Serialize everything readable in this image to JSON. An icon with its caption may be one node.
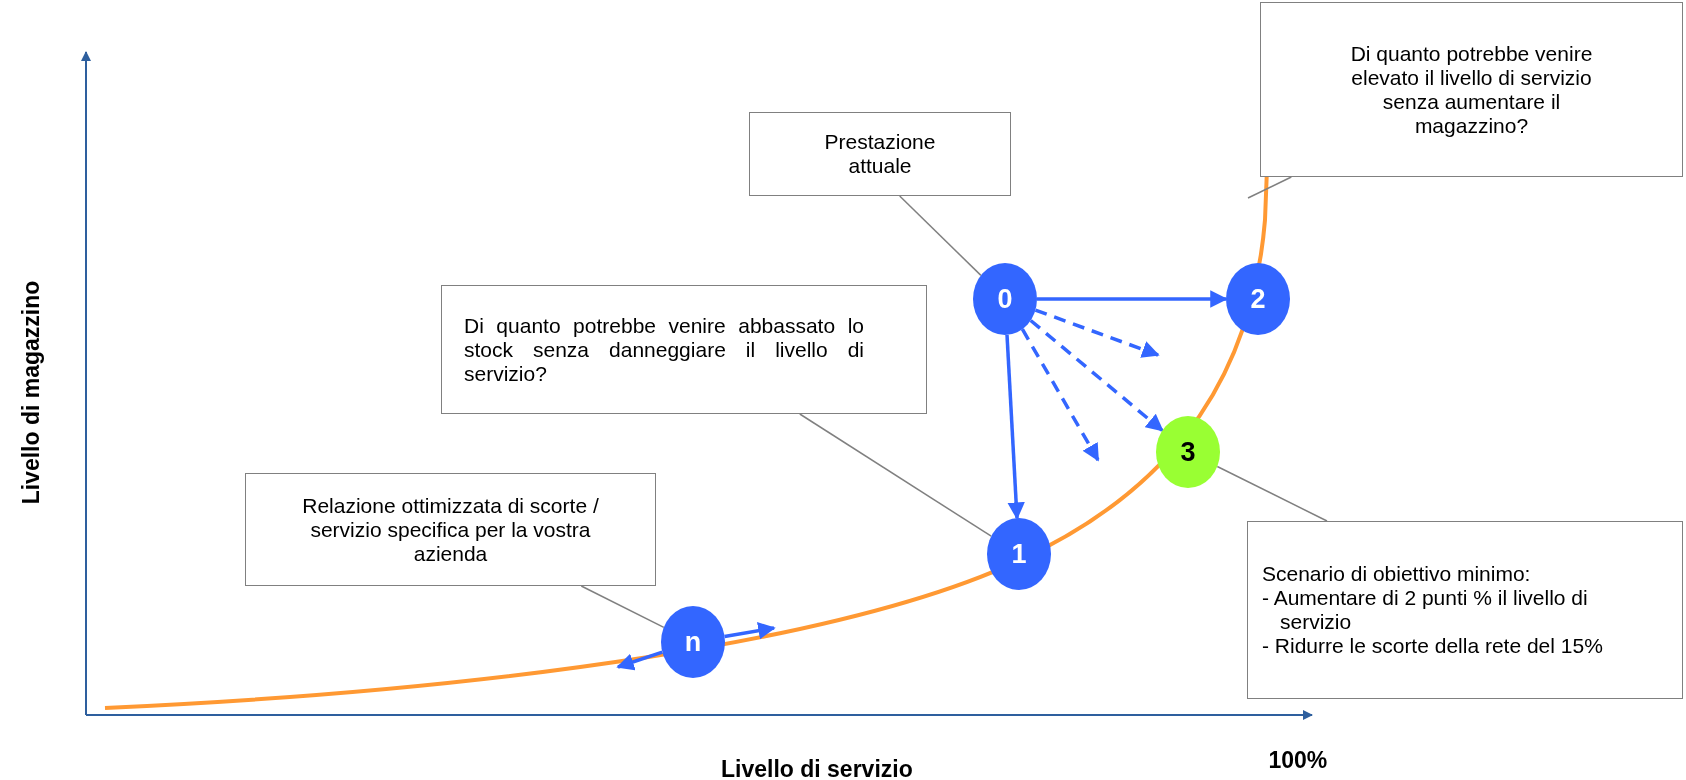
{
  "diagram": {
    "nodes": [
      {
        "text": [
          "Prestazione attuale"
        ]
      },
      {
        "text": [
          "Di quanto potrebbe venire elevato il livello di servizio senza aumentare il magazzino?"
        ]
      },
      {
        "text": [
          "0"
        ]
      },
      {
        "text": [
          "2"
        ]
      },
      {
        "text": [
          "Di quanto potrebbe venire abbassato lo stock senza danneggiare il livello di servizio?"
        ]
      },
      {
        "text": [
          "3"
        ]
      },
      {
        "text": [
          "Relazione ottimizzata di scorte / servizio specifica per la vostra azienda"
        ]
      },
      {
        "text": [
          "1"
        ]
      },
      {
        "text": [
          "Scenario di obiettivo minimo:",
          "- Aumentare di 2 punti % il livello di servizio",
          "- Ridurre le scorte della rete del 15%"
        ]
      },
      {
        "text": [
          "n"
        ]
      }
    ],
    "edges": [
      {
        "from": 0,
        "to": 2,
        "arrow": "none",
        "color": "#808080"
      },
      {
        "from": 1,
        "to": null,
        "arrow": "none",
        "color": "#808080"
      },
      {
        "from": 2,
        "to": 3,
        "arrow": "to"
      },
      {
        "from": 2,
        "to": 7,
        "arrow": "to"
      },
      {
        "from": 2,
        "to": null,
        "arrow": "to",
        "style": "dashed"
      },
      {
        "from": 2,
        "to": 5,
        "arrow": "to",
        "style": "dashed"
      },
      {
        "from": 2,
        "to": null,
        "arrow": "to",
        "style": "dashed"
      },
      {
        "from": 4,
        "to": 7,
        "arrow": "none",
        "color": "#808080"
      },
      {
        "from": 8,
        "to": 5,
        "arrow": "none",
        "color": "#808080"
      },
      {
        "from": 6,
        "to": 9,
        "arrow": "none",
        "color": "#808080"
      },
      {
        "from": 9,
        "to": null,
        "arrow": "to"
      },
      {
        "from": 9,
        "to": null,
        "arrow": "to"
      }
    ],
    "labels": [
      "Livello di magazzino",
      "Livello di servizio",
      "100%"
    ]
  }
}
